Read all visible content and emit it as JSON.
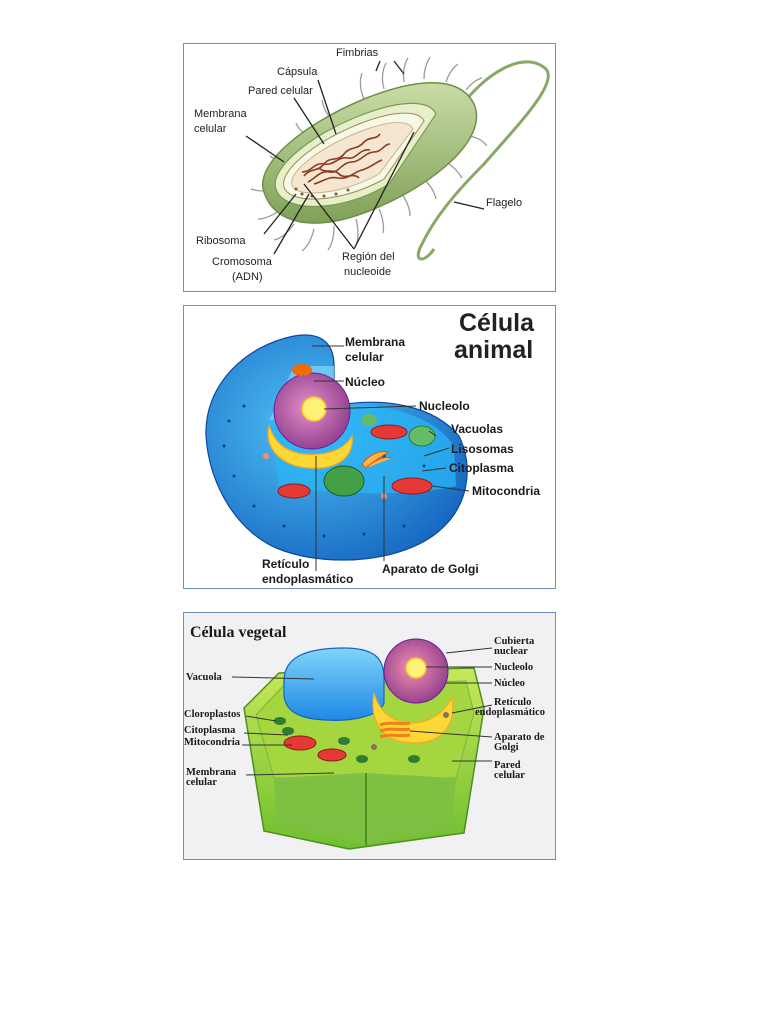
{
  "bacteria": {
    "labels": {
      "fimbrias": "Fimbrias",
      "capsula": "Cápsula",
      "pared": "Pared celular",
      "membrana1": "Membrana",
      "membrana2": "celular",
      "flagelo": "Flagelo",
      "ribosoma": "Ribosoma",
      "cromosoma1": "Cromosoma",
      "cromosoma2": "(ADN)",
      "region1": "Región del",
      "region2": "nucleoide"
    }
  },
  "animal": {
    "title1": "Célula",
    "title2": "animal",
    "labels": {
      "membrana1": "Membrana",
      "membrana2": "celular",
      "nucleo": "Núcleo",
      "nucleolo": "Nucleolo",
      "vacuolas": "Vacuolas",
      "lisosomas": "Lisosomas",
      "citoplasma": "Citoplasma",
      "mitocondria": "Mitocondria",
      "reticulo1": "Retículo",
      "reticulo2": "endoplasmático",
      "golgi": "Aparato de Golgi"
    }
  },
  "vegetal": {
    "title": "Célula vegetal",
    "labels": {
      "vacuola": "Vacuola",
      "cloroplastos": "Cloroplastos",
      "citoplasma": "Citoplasma",
      "mitocondria": "Mitocondria",
      "membrana1": "Membrana",
      "membrana2": "celular",
      "cubierta1": "Cubierta",
      "cubierta2": "nuclear",
      "nucleolo": "Nucleolo",
      "nucleo": "Núcleo",
      "reticulo1": "Retículo",
      "reticulo2": "endoplasmático",
      "golgi1": "Aparato de",
      "golgi2": "Golgi",
      "pared1": "Pared",
      "pared2": "celular"
    }
  }
}
